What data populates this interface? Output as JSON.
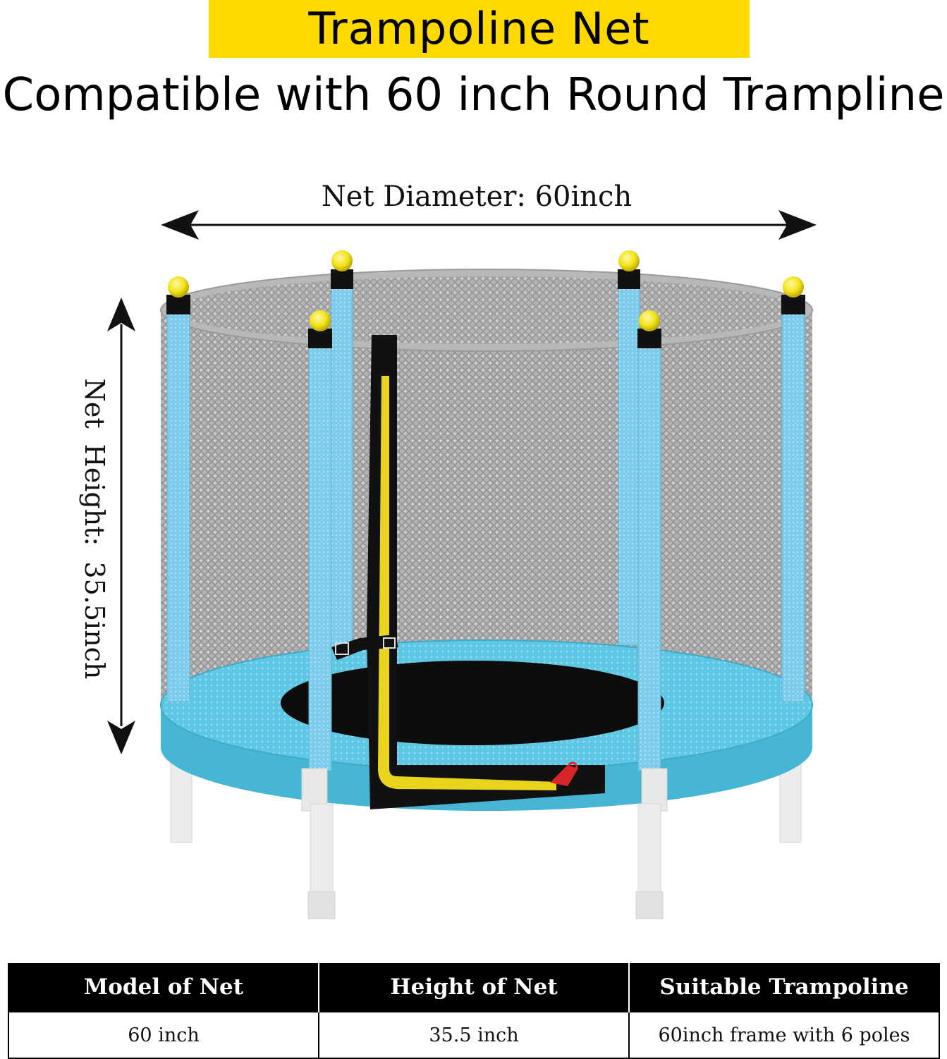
{
  "header": {
    "title": "Trampoline Net",
    "subtitle": "Compatible with 60 inch Round Trampline"
  },
  "dimensions": {
    "diameter_label": "Net Diameter: 60inch",
    "height_label": "Net  Height: 35.5inch"
  },
  "spec_table": {
    "headers": [
      "Model of Net",
      "Height of Net",
      "Suitable Trampoline"
    ],
    "row": [
      "60 inch",
      "35.5 inch",
      "60inch frame with 6 poles"
    ]
  },
  "colors": {
    "banner": "#FFD800",
    "pad_blue": "#5EC8E4",
    "pole_blue": "#7DCCEC",
    "cap_yellow": "#F2E21A",
    "zipper_yellow": "#E8D41C",
    "net_gray": "#A9A9A9",
    "table_header": "#000000"
  }
}
